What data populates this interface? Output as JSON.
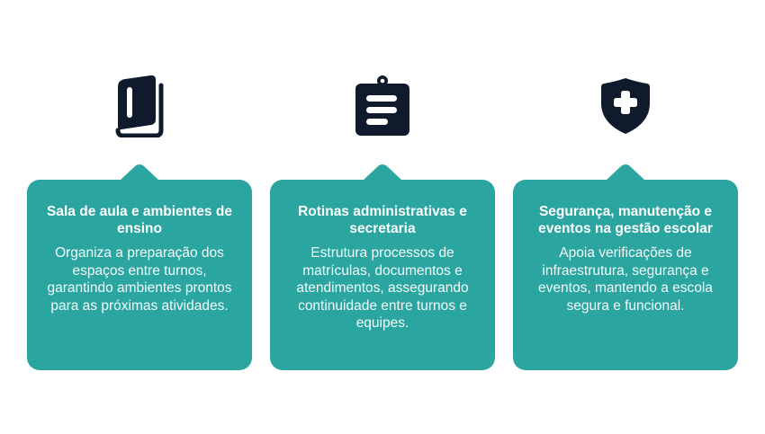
{
  "colors": {
    "accent": "#2aa5a0",
    "icon": "#0f1b2d",
    "text_on_accent": "#ffffff",
    "background": "#ffffff"
  },
  "cards": [
    {
      "icon": "book-icon",
      "title": "Sala de aula e ambientes de ensino",
      "body": "Organiza a preparação dos espaços entre turnos, garantindo ambientes prontos para as próximas atividades."
    },
    {
      "icon": "clipboard-icon",
      "title": "Rotinas administrativas e secretaria",
      "body": "Estrutura processos de matrículas, documentos e atendimentos, assegurando continuidade entre turnos e equipes."
    },
    {
      "icon": "shield-plus-icon",
      "title": "Segurança, manutenção e eventos na gestão escolar",
      "body": "Apoia verificações de infraestrutura, segurança e eventos, mantendo a escola segura e funcional."
    }
  ]
}
